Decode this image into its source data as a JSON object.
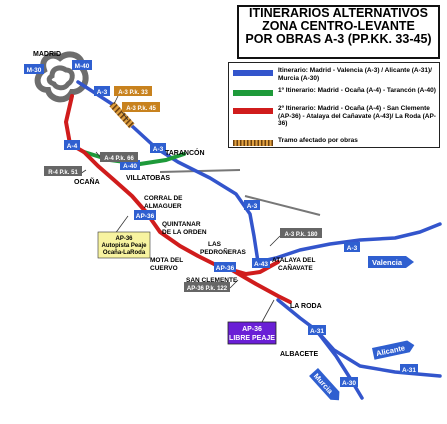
{
  "title": {
    "line1": "ITINERARIOS ALTERNATIVOS",
    "line2": "ZONA CENTRO-LEVANTE",
    "line3": "POR OBRAS A-3 (PP.KK. 33-45)"
  },
  "legend": {
    "items": [
      {
        "text": "Itinerario: Madrid - Valencia (A-3) / Alicante (A-31)/ Murcia (A-30)",
        "color": "#3355cc"
      },
      {
        "text": "1º Itinerario: Madrid - Ocaña (A-4) - Tarancón (A-40)",
        "color": "#1e9a3a"
      },
      {
        "text": "2º Itinerario: Madrid - Ocaña (A-4) - San Clemente (AP-36) - Atalaya del Cañavate (A-43)/ La Roda (AP-36)",
        "color": "#d01c1c"
      },
      {
        "text": "Tramo afectado por obras",
        "color": "#c8821e"
      }
    ]
  },
  "colors": {
    "route_a3": "#3355cc",
    "route_1": "#1e9a3a",
    "route_2": "#d01c1c",
    "works": "#c8821e",
    "road_shield": "#2f5fd0",
    "pk_badge": "#666666",
    "toll_box": "#6a1fd6",
    "toll_note": "#f7f3a0"
  },
  "places": {
    "madrid": "MADRID",
    "tarancon": "TARANCÓN",
    "ocana": "OCAÑA",
    "villatobas": "VILLATOBAS",
    "corral": [
      "CORRAL DE",
      "ALMAGUER"
    ],
    "quintanar": [
      "QUINTANAR",
      "DE LA ORDEN"
    ],
    "pedroneras": [
      "LAS",
      "PEDROÑERAS"
    ],
    "mota": [
      "MOTA DEL",
      "CUERVO"
    ],
    "san_clemente": "SAN CLEMENTE",
    "atalaya": [
      "ATALAYA DEL",
      "CAÑAVATE"
    ],
    "la_roda": "LA RODA",
    "albacete": "ALBACETE"
  },
  "shields": {
    "m30": "M-30",
    "m40": "M-40",
    "a3_madrid": "A-3",
    "a4_top": "A-4",
    "a3_tarancon": "A-3",
    "a40": "A-40",
    "ap36": "AP-36",
    "a3_mid": "A-3",
    "ap36_b": "AP-36",
    "a43": "A-43",
    "a3_east": "A-3",
    "a31": "A-31",
    "a30": "A-30",
    "a31_east": "A-31"
  },
  "pk_badges": {
    "a3_pk33": "A-3 P.k. 33",
    "a3_pk45": "A-3 P.k. 45",
    "a4_pk66": "A-4 P.k. 66",
    "r4_pk51": "R-4 P.k. 51",
    "a3_pk180": "A-3 P.k. 180",
    "ap36_pk122": "AP-36 P.k. 122"
  },
  "direction_signs": {
    "valencia": "Valencia",
    "alicante": "Alicante",
    "murcia": "Murcia"
  },
  "toll_note": [
    "AP-36",
    "Autopista Peaje",
    "Ocaña-LaRoda"
  ],
  "toll_box": [
    "AP-36",
    "LIBRE PEAJE"
  ]
}
